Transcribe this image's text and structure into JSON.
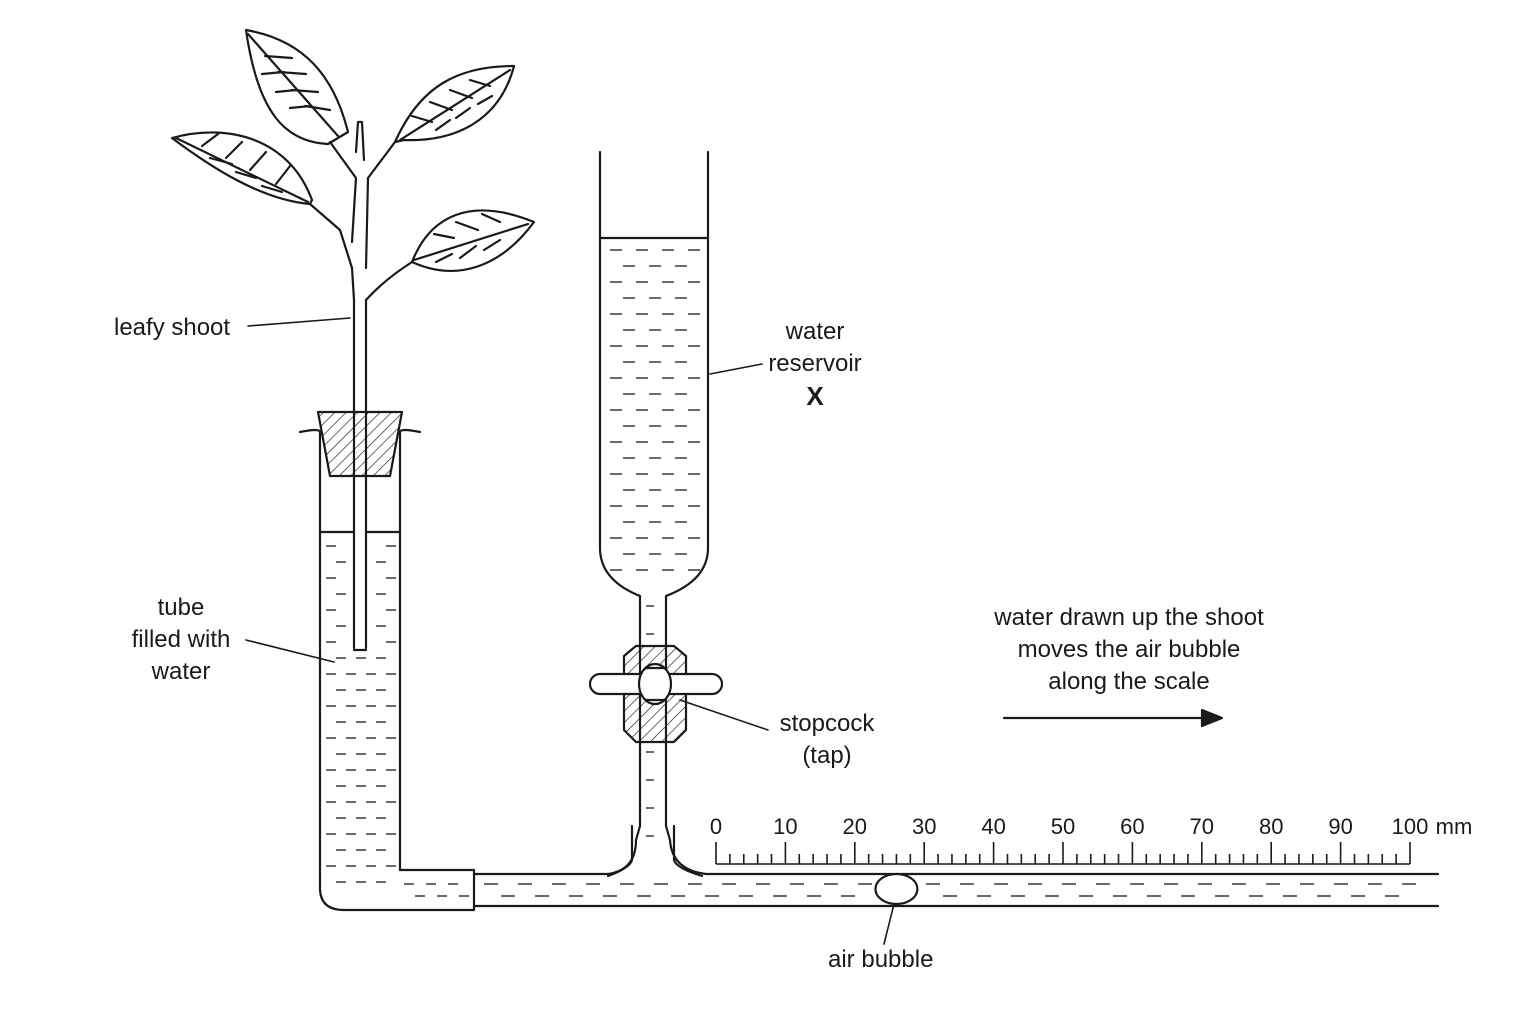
{
  "labels": {
    "leafy_shoot": "leafy shoot",
    "tube_line1": "tube",
    "tube_line2": "filled with",
    "tube_line3": "water",
    "reservoir_line1": "water",
    "reservoir_line2": "reservoir",
    "reservoir_letter": "X",
    "stopcock_line1": "stopcock",
    "stopcock_line2": "(tap)",
    "air_bubble": "air bubble",
    "note_line1": "water drawn up the shoot",
    "note_line2": "moves the air bubble",
    "note_line3": "along the scale"
  },
  "scale": {
    "unit": "mm",
    "min": 0,
    "max": 100,
    "minor_step": 2,
    "major_step": 10,
    "tick_labels": [
      "0",
      "10",
      "20",
      "30",
      "40",
      "50",
      "60",
      "70",
      "80",
      "90",
      "100"
    ]
  },
  "air_bubble_position_mm": 26,
  "colors": {
    "line": "#1a1a1a",
    "background": "#ffffff"
  }
}
